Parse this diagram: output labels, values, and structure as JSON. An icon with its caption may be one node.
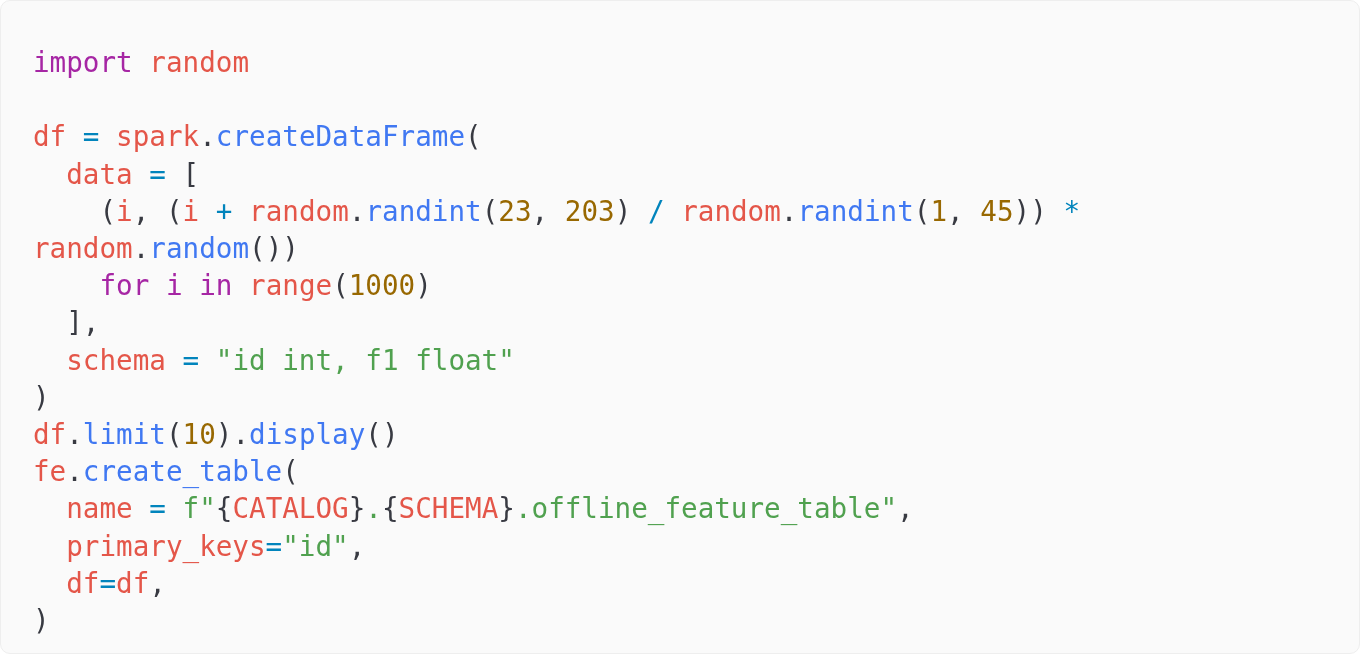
{
  "diagram": {
    "labels": [
      "import random",
      "df = spark.createDataFrame(",
      "data = [",
      "(i, (i + random.randint(23, 203) / random.randint(1, 45)) *",
      "random.random())",
      "for i in range(1000)",
      "],",
      "schema = \"id int, f1 float\"",
      ")",
      "df.limit(10).display()",
      "fe.create_table(",
      "name = f\"{CATALOG}.{SCHEMA}.offline_feature_table\",",
      "primary_keys=\"id\",",
      "df=df,",
      ")"
    ]
  }
}
